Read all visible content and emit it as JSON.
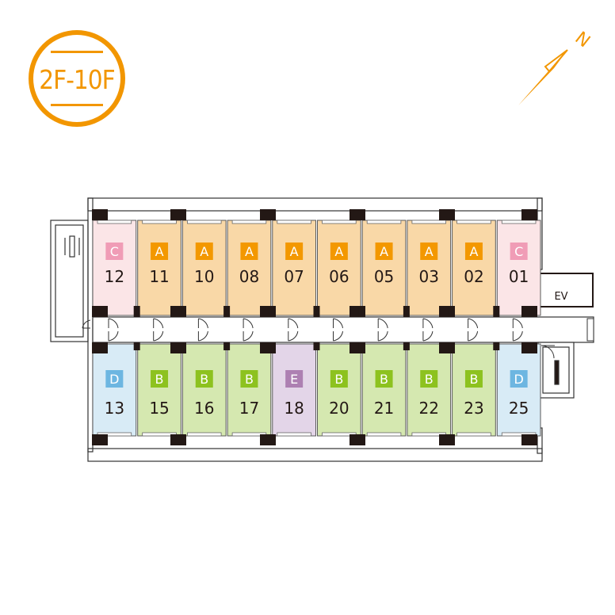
{
  "floor_label": "2F-10F",
  "compass_label": "N",
  "elevator_label": "EV",
  "colors": {
    "A": {
      "fill": "#f9d8a7",
      "badge": "#f39800"
    },
    "B": {
      "fill": "#d5e8b0",
      "badge": "#8dc21f"
    },
    "C": {
      "fill": "#fbe5e7",
      "badge": "#f09cb6"
    },
    "D": {
      "fill": "#d8ebf6",
      "badge": "#6db6e1"
    },
    "E": {
      "fill": "#e3d5e8",
      "badge": "#ad80b2"
    },
    "accent": "#f29600",
    "wall": "#231815"
  },
  "units_north": [
    {
      "type": "C",
      "number": "12"
    },
    {
      "type": "A",
      "number": "11"
    },
    {
      "type": "A",
      "number": "10"
    },
    {
      "type": "A",
      "number": "08"
    },
    {
      "type": "A",
      "number": "07"
    },
    {
      "type": "A",
      "number": "06"
    },
    {
      "type": "A",
      "number": "05"
    },
    {
      "type": "A",
      "number": "03"
    },
    {
      "type": "A",
      "number": "02"
    },
    {
      "type": "C",
      "number": "01"
    }
  ],
  "units_south": [
    {
      "type": "D",
      "number": "13"
    },
    {
      "type": "B",
      "number": "15"
    },
    {
      "type": "B",
      "number": "16"
    },
    {
      "type": "B",
      "number": "17"
    },
    {
      "type": "E",
      "number": "18"
    },
    {
      "type": "B",
      "number": "20"
    },
    {
      "type": "B",
      "number": "21"
    },
    {
      "type": "B",
      "number": "22"
    },
    {
      "type": "B",
      "number": "23"
    },
    {
      "type": "D",
      "number": "25"
    }
  ]
}
